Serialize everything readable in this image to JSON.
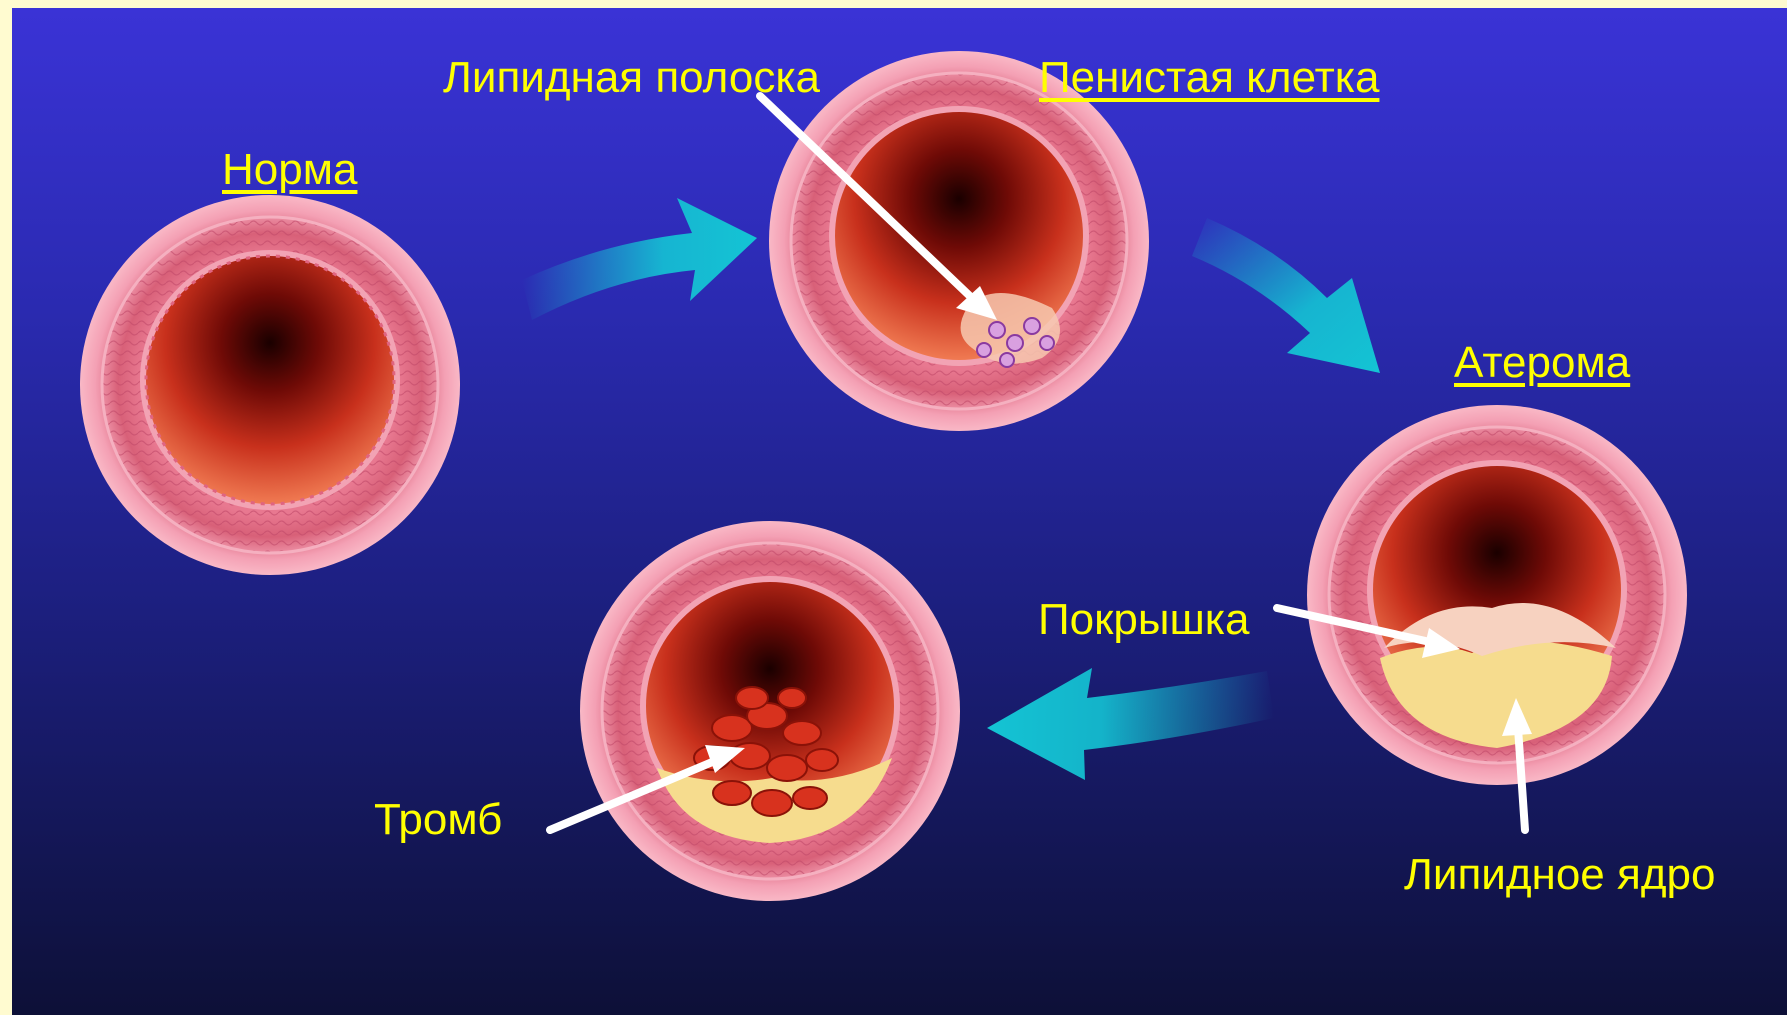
{
  "colors": {
    "label": "#ffff00",
    "arrow_cyan": "#14c4d4",
    "pointer": "#ffffff"
  },
  "labels": {
    "normal": "Норма",
    "lipid_strip": "Липидная полоска",
    "foam_cell": "Пенистая клетка",
    "atheroma": "Атерома",
    "cap": "Покрышка",
    "lipid_core": "Липидное ядро",
    "thrombus": "Тромб"
  }
}
